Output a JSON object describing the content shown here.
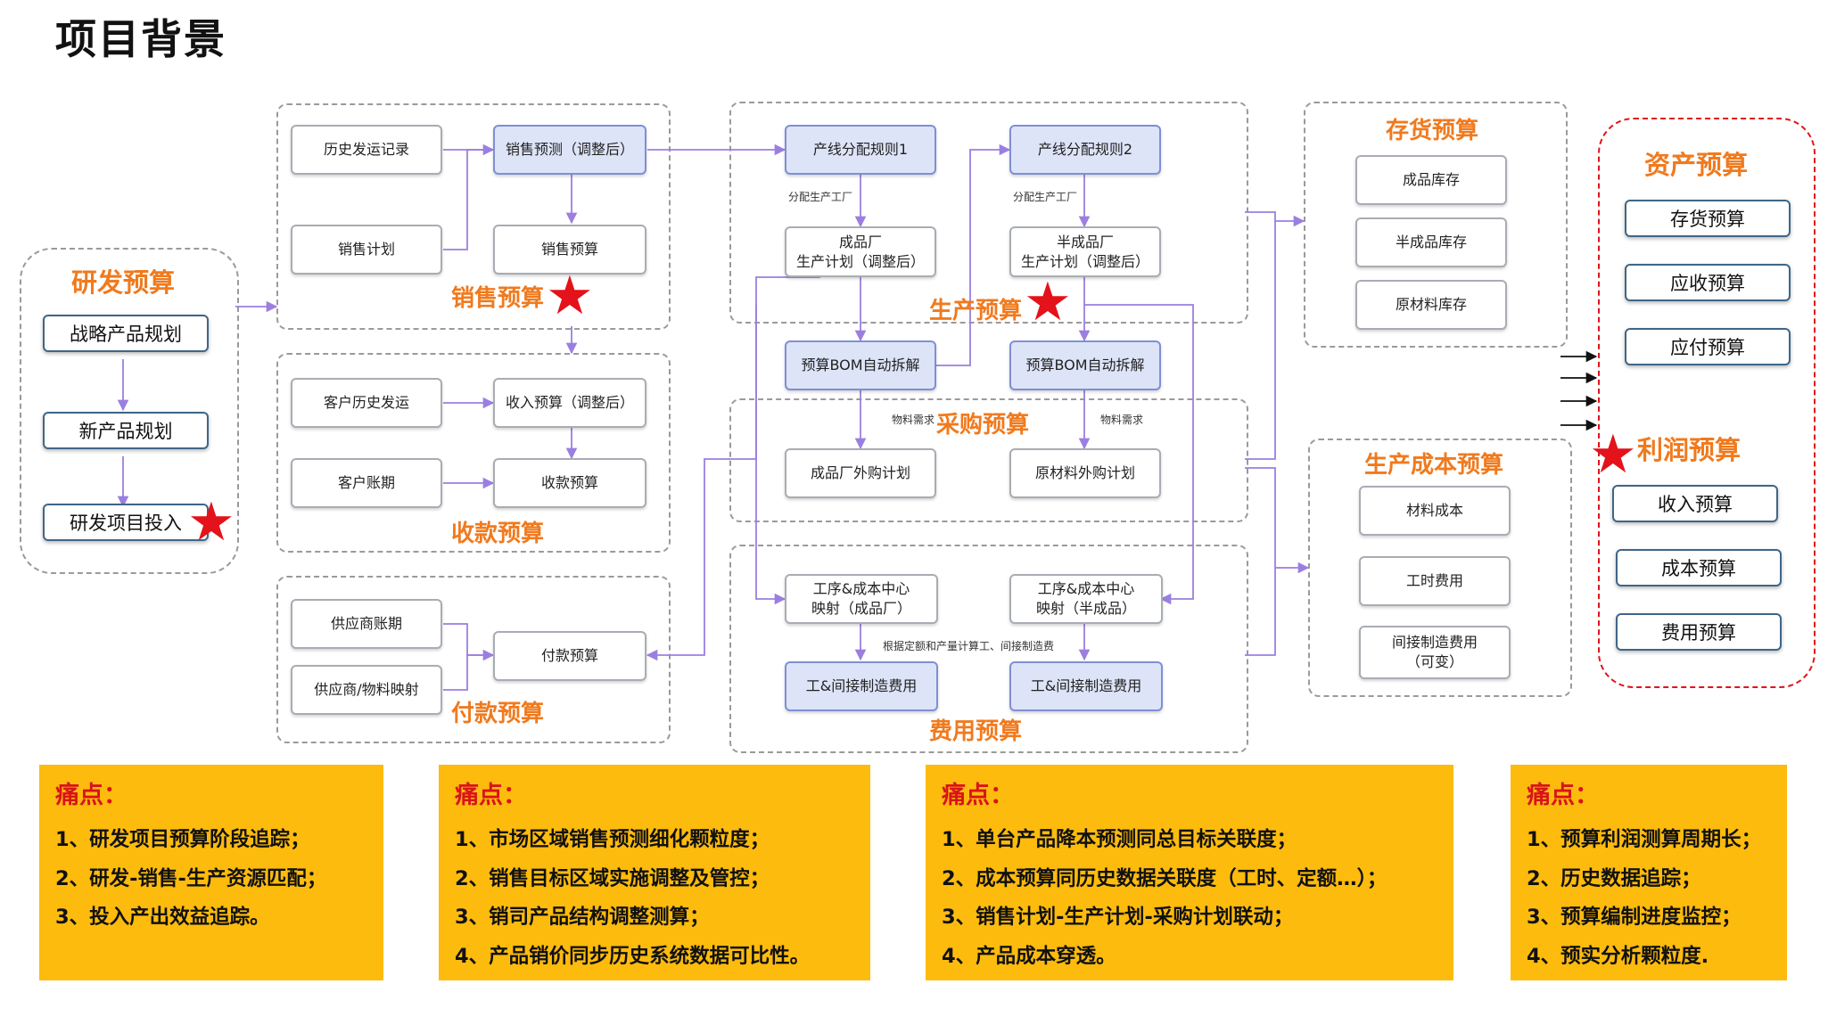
{
  "title": "项目背景",
  "rd": {
    "label": "研发预算",
    "boxes": [
      "战略产品规划",
      "新产品规划",
      "研发项目投入"
    ]
  },
  "sales": {
    "label": "销售预算",
    "history": "历史发运记录",
    "forecast": "销售预测（调整后）",
    "plan": "销售计划",
    "budget": "销售预算"
  },
  "collection": {
    "label": "收款预算",
    "customer_history": "客户历史发运",
    "income": "收入预算（调整后）",
    "customer_terms": "客户账期",
    "collection_budget": "收款预算"
  },
  "payment": {
    "label": "付款预算",
    "supplier_terms": "供应商账期",
    "supplier_mapping": "供应商/物料映射",
    "payment_budget": "付款预算"
  },
  "production": {
    "label": "生产预算",
    "rule1": "产线分配规则1",
    "rule2": "产线分配规则2",
    "note1": "分配生产工厂",
    "note2": "分配生产工厂",
    "plan1": "成品厂\n生产计划（调整后）",
    "plan2": "半成品厂\n生产计划（调整后）",
    "bom1": "预算BOM自动拆解",
    "bom2": "预算BOM自动拆解"
  },
  "purchase": {
    "label": "采购预算",
    "note1": "物料需求",
    "note2": "物料需求",
    "plan1": "成品厂外购计划",
    "plan2": "原材料外购计划"
  },
  "expense": {
    "label": "费用预算",
    "map1": "工序&成本中心\n映射（成品厂）",
    "map2": "工序&成本中心\n映射（半成品）",
    "note": "根据定额和产量计算工、间接制造费",
    "fee1": "工&间接制造费用",
    "fee2": "工&间接制造费用"
  },
  "inventory": {
    "label": "存货预算",
    "items": [
      "成品库存",
      "半成品库存",
      "原材料库存"
    ]
  },
  "cost": {
    "label": "生产成本预算",
    "items": [
      "材料成本",
      "工时费用",
      "间接制造费用\n（可变）"
    ]
  },
  "asset": {
    "label": "资产预算",
    "items": [
      "存货预算",
      "应收预算",
      "应付预算"
    ]
  },
  "profit": {
    "label": "利润预算",
    "items": [
      "收入预算",
      "成本预算",
      "费用预算"
    ]
  },
  "pain_points": [
    {
      "title": "痛点：",
      "lines": [
        "1、研发项目预算阶段追踪；",
        "2、研发-销售-生产资源匹配；",
        "3、投入产出效益追踪。"
      ]
    },
    {
      "title": "痛点：",
      "lines": [
        "1、市场区域销售预测细化颗粒度；",
        "2、销售目标区域实施调整及管控；",
        "3、销司产品结构调整测算；",
        "4、产品销价同步历史系统数据可比性。"
      ]
    },
    {
      "title": "痛点：",
      "lines": [
        "1、单台产品降本预测同总目标关联度；",
        "2、成本预算同历史数据关联度（工时、定额…）；",
        "3、销售计划-生产计划-采购计划联动；",
        "4、产品成本穿透。"
      ]
    },
    {
      "title": "痛点：",
      "lines": [
        "1、预算利润测算周期长；",
        "2、历史数据追踪；",
        "3、预算编制进度监控；",
        "4、预实分析颗粒度."
      ]
    }
  ],
  "colors": {
    "section_label": "#f07a1e",
    "pain_bg": "#fdbb0d",
    "pain_title": "#d8141b",
    "star": "#e3121b",
    "highlight_box": "#dde4f8",
    "arrow": "#9b7fe0"
  }
}
